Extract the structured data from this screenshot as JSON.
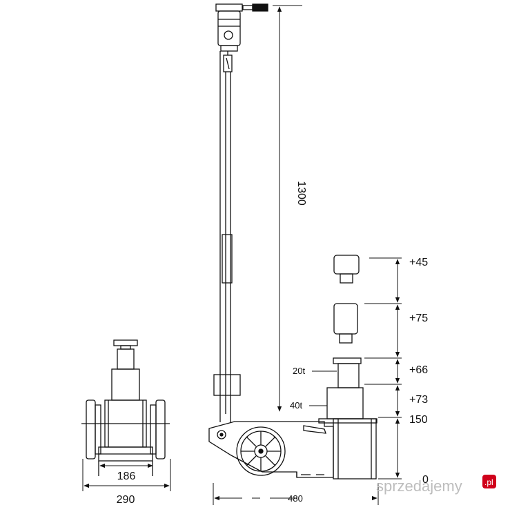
{
  "diagram": {
    "dimensions": {
      "height_total": "1300",
      "length": "480",
      "wheelbase_inner": "186",
      "width_outer": "290"
    },
    "heights": {
      "ext1": "+45",
      "ext2": "+75",
      "stage1": "+66",
      "stage2": "+73",
      "base": "150",
      "zero": "0"
    },
    "capacities": {
      "stage1": "20t",
      "stage2": "40t"
    },
    "watermark": {
      "text": "sprzedajemy",
      "suffix": ".pl"
    },
    "colors": {
      "line": "#111111",
      "watermark": "#bdbdbd",
      "badge": "#d0021b"
    }
  }
}
